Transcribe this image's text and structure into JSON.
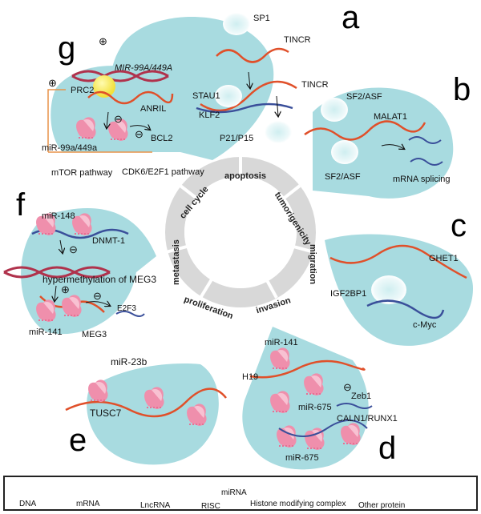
{
  "panels": {
    "a": {
      "letter": "a",
      "labels": {
        "sp1": "SP1",
        "tincr1": "TINCR",
        "tincr2": "TINCR",
        "stau1": "STAU1",
        "klf2": "KLF2",
        "p21": "P21/P15"
      }
    },
    "b": {
      "letter": "b",
      "labels": {
        "sf2_top": "SF2/ASF",
        "malat1": "MALAT1",
        "sf2_bottom": "SF2/ASF",
        "splicing": "mRNA splicing"
      }
    },
    "c": {
      "letter": "c",
      "labels": {
        "ghet1": "GHET1",
        "igf2bp1": "IGF2BP1",
        "cmyc": "c-Myc"
      }
    },
    "d": {
      "letter": "d",
      "labels": {
        "mir141": "miR-141",
        "h19": "H19",
        "zeb1": "Zeb1",
        "mir675a": "miR-675",
        "caln1": "CALN1/RUNX1",
        "mir675b": "miR-675"
      }
    },
    "e": {
      "letter": "e",
      "labels": {
        "mir23b": "miR-23b",
        "tusc7": "TUSC7"
      }
    },
    "f": {
      "letter": "f",
      "labels": {
        "mir148": "miR-148",
        "dnmt1": "DNMT-1",
        "hyper": "hypermethylation of MEG3",
        "e2f3": "E2F3",
        "mir141": "miR-141",
        "meg3": "MEG3"
      }
    },
    "g": {
      "letter": "g",
      "labels": {
        "mir99gene": "MIR-99A/449A",
        "prc2": "PRC2",
        "anril": "ANRIL",
        "bcl2": "BCL2",
        "mir99": "miR-99a/449a",
        "mtor": "mTOR pathway",
        "cdk6": "CDK6/E2F1 pathway"
      }
    }
  },
  "signs": {
    "plus": "⊕",
    "minus": "⊖"
  },
  "wheel": [
    "apoptosis",
    "tumorigenicity",
    "migration",
    "invasion",
    "proliferation",
    "metastasis",
    "cell cycle"
  ],
  "legend": [
    {
      "key": "dna",
      "label": "DNA"
    },
    {
      "key": "mrna",
      "label": "mRNA"
    },
    {
      "key": "lncrna",
      "label": "LncRNA"
    },
    {
      "key": "risc",
      "label": "RISC"
    },
    {
      "key": "mirna",
      "label": "miRNA"
    },
    {
      "key": "histone",
      "label": "Histone modifying complex"
    },
    {
      "key": "other",
      "label": "Other protein"
    }
  ],
  "colors": {
    "panel": "#a8dbe0",
    "lnc": "#e0502a",
    "mrna": "#3a4f9a",
    "dna": "#b0324c",
    "risc": "#ef8fac",
    "histone": "#f7ec5a",
    "wheel": "#d8d8d8",
    "feedback": "#e8944a"
  }
}
